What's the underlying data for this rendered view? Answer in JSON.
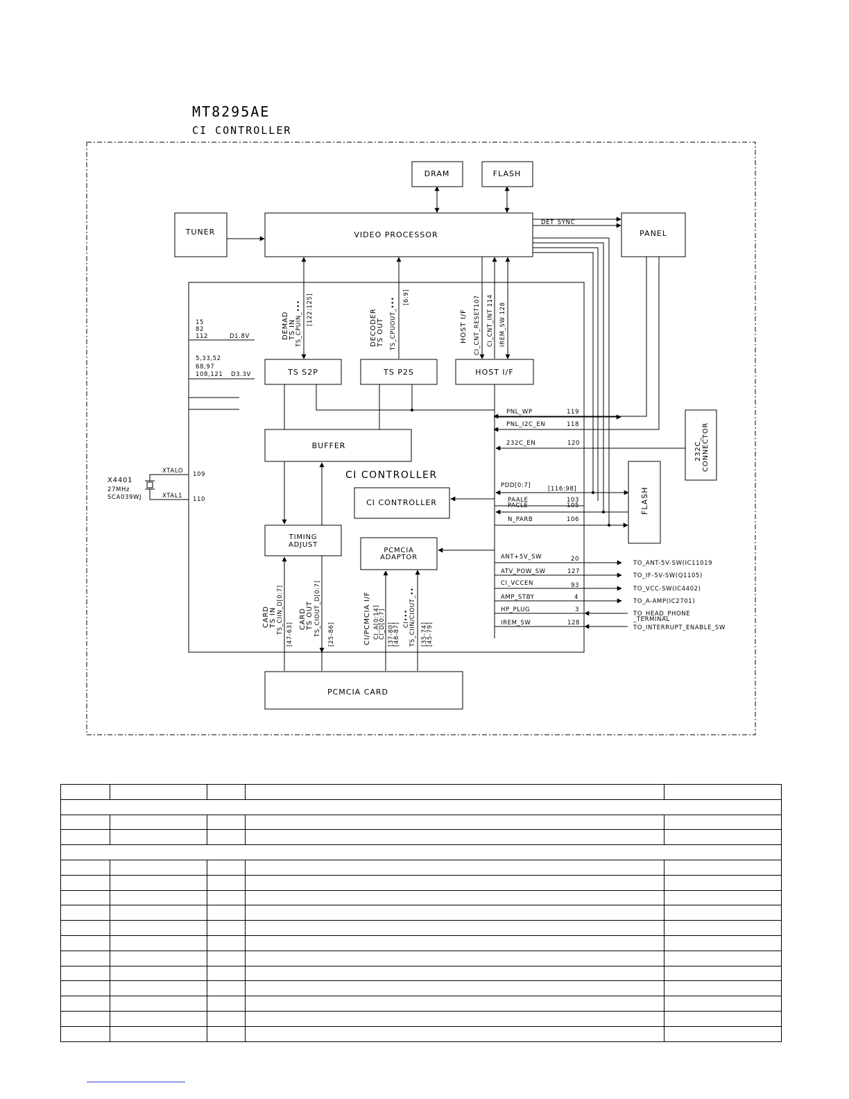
{
  "title": {
    "line1": "MT8295AE",
    "line2": "CI CONTROLLER"
  },
  "blocks": {
    "dram": "DRAM",
    "flash_top": "FLASH",
    "tuner": "TUNER",
    "video_processor": "VIDEO PROCESSOR",
    "panel": "PANEL",
    "ts_s2p": "TS S2P",
    "ts_p2s": "TS P2S",
    "host_if": "HOST I/F",
    "buffer": "BUFFER",
    "ci_controller_label": "CI CONTROLLER",
    "ci_controller": "CI CONTROLLER",
    "timing_adjust": [
      "TIMING",
      "ADJUST"
    ],
    "pcmcia_adaptor": [
      "PCMCIA",
      "ADAPTOR"
    ],
    "pcmcia_card": "PCMCIA CARD",
    "connector_232c": [
      "232C_",
      "CONNECTOR"
    ],
    "flash_right": "FLASH"
  },
  "power": {
    "d18_pins": [
      "15",
      "82",
      "112"
    ],
    "d18_label": "D1.8V",
    "d33_pins": [
      "5,33,52",
      "68,97",
      "108,121"
    ],
    "d33_label": "D3.3V"
  },
  "crystal": {
    "ref": "X4401",
    "freq": "27MHz",
    "part": "SCA039WJ",
    "xtal0": "XTALO",
    "xtal1": "XTAL1",
    "pin0": "109",
    "pin1": "110"
  },
  "vertical_labels": {
    "demad": [
      "DEMAD",
      "TS IN",
      "TS_CPUIN_•••"
    ],
    "demad_pins": "[122:125]",
    "decoder": [
      "DECODER",
      "TS OUT",
      "TS_CPUOUT_•••"
    ],
    "decoder_pins": "[6:9]",
    "host": "HOST I/F",
    "host_signals": [
      "CI_CNT_RESET107",
      "CI_CNT_INT 114",
      "IREM_SW 128"
    ],
    "card_in": [
      "CARD",
      "TS IN",
      "TS_CIIN_D[0:7]",
      "[47-63]"
    ],
    "card_out": [
      "CARD",
      "TS OUT",
      "TS_CIOUT_D[0:7]",
      "[25-86]"
    ],
    "pcmcia_if": [
      "CI/PCMCIA I/F",
      "CI_A[0:14]",
      "CI_D[0:7]",
      "[37-80]",
      "[48-87]"
    ],
    "ci_misc": [
      "CI•••",
      "TS_CIIN/CIOUT_••",
      "[35-74]",
      "[45-79]"
    ]
  },
  "signals": {
    "det_sync": "DET_SYNC",
    "right_side": [
      {
        "name": "PNL_WP",
        "pin": "119"
      },
      {
        "name": "PNL_I2C_EN",
        "pin": "118"
      },
      {
        "name": "232C_EN",
        "pin": "120"
      },
      {
        "name": "PDD[0:7]",
        "pin": "[116:98]"
      },
      {
        "name": "PAALE",
        "pin": "103"
      },
      {
        "name": "PACLE",
        "pin": "105"
      },
      {
        "name": "N_PARB",
        "pin": "106"
      }
    ],
    "outputs": [
      {
        "name": "ANT+5V_SW",
        "pin": "20",
        "dest": "TO_ANT-5V-SW(IC11019"
      },
      {
        "name": "ATV_POW_SW",
        "pin": "127",
        "dest": "TO_IF-5V-SW(Q1105)"
      },
      {
        "name": "CI_VCCEN",
        "pin": "93",
        "dest": "TO_VCC-SW(IC4402)"
      },
      {
        "name": "AMP_STBY",
        "pin": "4",
        "dest": "TO_A-AMP(IC2701)"
      },
      {
        "name": "HP_PLUG",
        "pin": "3",
        "dest": "TO_HEAD_PHONE"
      },
      {
        "name": "IREM_SW",
        "pin": "128",
        "dest": "TO_INTERRUPT_ENABLE_SW"
      }
    ],
    "hp_dest_line2": "_TERMINAL"
  }
}
